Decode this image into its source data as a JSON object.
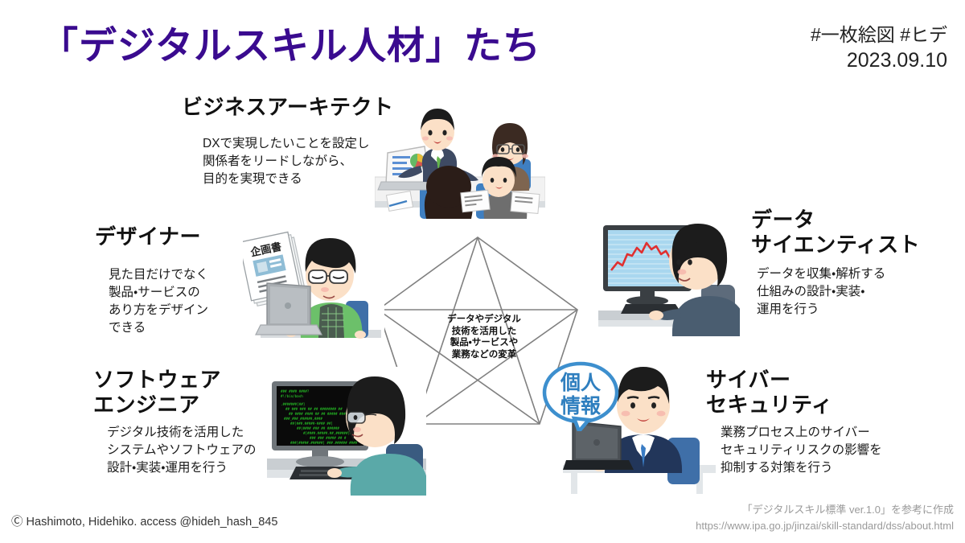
{
  "header": {
    "title": "「デジタルスキル人材」たち",
    "title_color": "#3A0B8F",
    "hashtags": "#一枚絵図 #ヒデ",
    "date": "2023.09.10"
  },
  "center": {
    "text": "データやデジタル\n技術を活用した\n製品・サービスや\n業務などの変革"
  },
  "roles": [
    {
      "id": "business-architect",
      "title": "ビジネスアーキテクト",
      "description": "DXで実現したいことを設定し\n関係者をリードしながら、\n目的を実現できる",
      "illustration": "meeting-team-illustration"
    },
    {
      "id": "data-scientist",
      "title": "データ\nサイエンティスト",
      "description": "データを収集・解析する\n仕組みの設計・実装・\n運用を行う",
      "illustration": "analyst-monitor-illustration"
    },
    {
      "id": "designer",
      "title": "デザイナー",
      "description": "見た目だけでなく\n製品・サービスの\nあり方をデザイン\nできる",
      "illustration": "designer-laptop-illustration"
    },
    {
      "id": "software-engineer",
      "title": "ソフトウェア\nエンジニア",
      "description": "デジタル技術を活用した\nシステムやソフトウェアの\n設計・実装・運用を行う",
      "illustration": "programmer-desktop-illustration"
    },
    {
      "id": "cyber-security",
      "title": "サイバー\nセキュリティ",
      "description": "業務プロセス上のサイバー\nセキュリティリスクの影響を\n抑制する対策を行う",
      "illustration": "security-businessman-illustration"
    }
  ],
  "badges": {
    "personal_info": "個人\n情報",
    "personal_info_color": "#3d8fce",
    "plan_document": "企画書"
  },
  "footer": {
    "copyright": "Ⓒ Hashimoto, Hidehiko.  access @hideh_hash_845",
    "source_note": "「デジタルスキル標準 ver.1.0」を参考に作成",
    "source_url": "https://www.ipa.go.jp/jinzai/skill-standard/dss/about.html"
  }
}
